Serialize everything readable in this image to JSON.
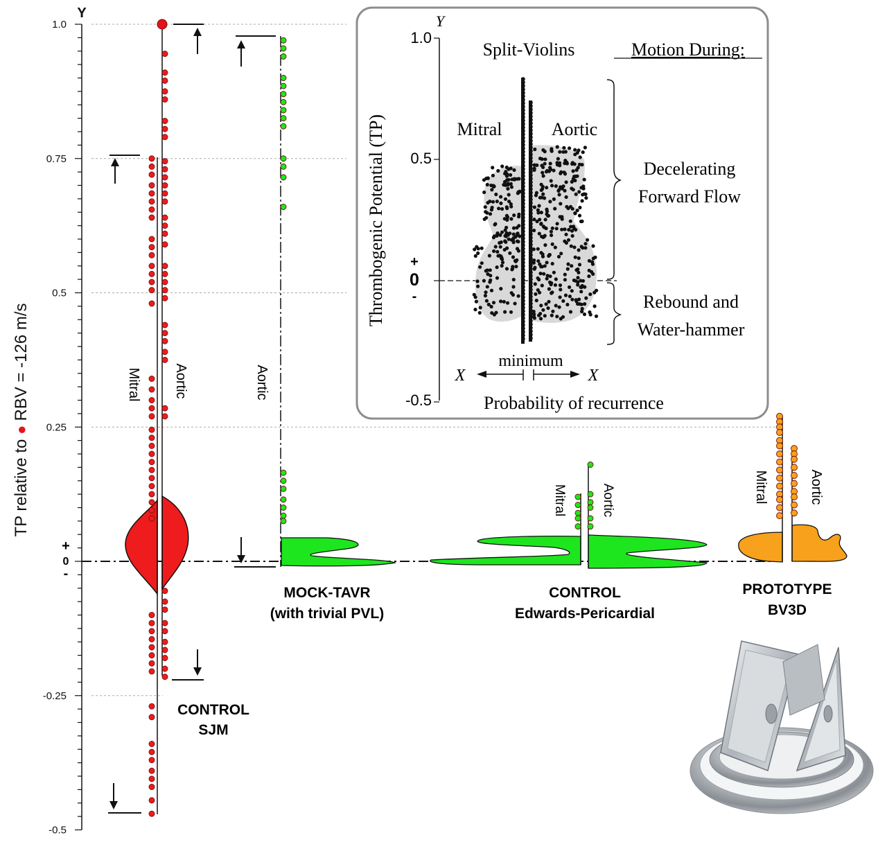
{
  "y_axis": {
    "label_parts": [
      "TP relative to",
      "RBV = -126 m/s"
    ],
    "marker_label": "Y",
    "ticks": [
      "1.0",
      "0.75",
      "0.5",
      "0.25",
      "-0.25",
      "-0.5"
    ],
    "sign_plus": "+",
    "sign_zero": "0",
    "sign_minus": "-"
  },
  "chart_data": {
    "type": "scatter",
    "y_axis": {
      "range": [
        -0.5,
        1.0
      ],
      "gridlines": [
        1.0,
        0.75,
        0.5,
        0.25,
        -0.25
      ]
    },
    "valves": [
      {
        "name_lines": [
          "CONTROL",
          "SJM"
        ],
        "color": "#ee1c1c",
        "side_labels": [
          "Mitral",
          "Aortic"
        ],
        "mitral_points": [
          0.75,
          0.735,
          0.72,
          0.7,
          0.685,
          0.67,
          0.655,
          0.64,
          0.6,
          0.585,
          0.57,
          0.55,
          0.535,
          0.52,
          0.505,
          0.48,
          0.34,
          0.32,
          0.3,
          0.285,
          0.27,
          0.245,
          0.23,
          0.215,
          0.2,
          0.185,
          0.17,
          0.155,
          0.14,
          0.125,
          0.11,
          0.095,
          0.08,
          -0.1,
          -0.115,
          -0.13,
          -0.145,
          -0.16,
          -0.175,
          -0.19,
          -0.205,
          -0.27,
          -0.29,
          -0.34,
          -0.355,
          -0.37,
          -0.39,
          -0.405,
          -0.42,
          -0.445,
          -0.47
        ],
        "aortic_points": [
          1.0,
          0.945,
          0.91,
          0.895,
          0.875,
          0.86,
          0.82,
          0.805,
          0.79,
          0.745,
          0.73,
          0.715,
          0.7,
          0.685,
          0.67,
          0.64,
          0.625,
          0.61,
          0.59,
          0.55,
          0.535,
          0.52,
          0.505,
          0.49,
          0.44,
          0.425,
          0.41,
          0.39,
          0.375,
          0.285,
          0.27,
          -0.055,
          -0.075,
          -0.09,
          -0.115,
          -0.13,
          -0.15,
          -0.165,
          -0.18,
          -0.2,
          -0.215
        ],
        "mitral_range": [
          -0.47,
          0.757
        ],
        "aortic_range": [
          -0.22,
          1.0
        ]
      },
      {
        "name_lines": [
          "MOCK-TAVR",
          "(with trivial PVL)"
        ],
        "color": "#1ee61e",
        "side_labels": [
          "Aortic"
        ],
        "aortic_points": [
          0.97,
          0.955,
          0.94,
          0.9,
          0.885,
          0.87,
          0.855,
          0.84,
          0.825,
          0.81,
          0.75,
          0.735,
          0.715,
          0.66,
          0.165,
          0.15,
          0.135,
          0.115,
          0.1,
          0.085,
          0.075
        ],
        "aortic_range": [
          -0.01,
          0.977
        ]
      },
      {
        "name_lines": [
          "CONTROL",
          "Edwards-Pericardial"
        ],
        "color": "#1ee61e",
        "side_labels": [
          "Mitral",
          "Aortic"
        ],
        "mitral_points": [
          0.12,
          0.105,
          0.09,
          0.08,
          0.065
        ],
        "aortic_points": [
          0.18,
          0.125,
          0.11,
          0.1,
          0.08,
          0.065
        ]
      },
      {
        "name_lines": [
          "PROTOTYPE",
          "BV3D"
        ],
        "color": "#f7a11c",
        "side_labels": [
          "Mitral",
          "Aortic"
        ],
        "mitral_points": [
          0.27,
          0.26,
          0.25,
          0.24,
          0.225,
          0.215,
          0.2,
          0.185,
          0.17,
          0.155,
          0.14,
          0.125,
          0.115,
          0.1,
          0.085
        ],
        "aortic_points": [
          0.21,
          0.2,
          0.19,
          0.175,
          0.16,
          0.145,
          0.13,
          0.12,
          0.105,
          0.09
        ]
      }
    ]
  },
  "inset": {
    "ylabel": "Thrombogenic Potential (TP)",
    "y_ticks": [
      "1.0",
      "0.5",
      "-0.5"
    ],
    "zero_plus": "+",
    "zero_label": "0",
    "zero_minus": "-",
    "y_marker": "Y",
    "title": "Split-Violins",
    "motion_header": "Motion During:",
    "left_label": "Mitral",
    "right_label": "Aortic",
    "brace1_lines": [
      "Decelerating",
      "Forward Flow"
    ],
    "brace2_lines": [
      "Rebound and",
      "Water-hammer"
    ],
    "minimum_label": "minimum",
    "x_marker": "X",
    "xlabel": "Probability of recurrence",
    "y_range": [
      -0.5,
      1.0
    ]
  },
  "colors": {
    "sjm": "#ee1c1c",
    "green": "#1ee61e",
    "orange": "#f7a11c",
    "dot_border": "#7a1010"
  },
  "icons": {
    "valve_render": "bileaflet-valve-image"
  }
}
